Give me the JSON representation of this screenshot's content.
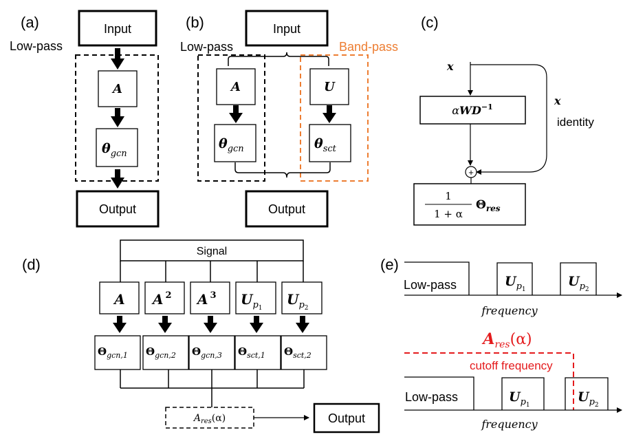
{
  "panels": {
    "a": {
      "label": "(a)",
      "input": "Input",
      "output": "Output",
      "lowpass": "Low-pass",
      "A": "A",
      "theta_base": "θ",
      "theta_sub": "gcn"
    },
    "b": {
      "label": "(b)",
      "input": "Input",
      "output": "Output",
      "lowpass": "Low-pass",
      "bandpass": "Band-pass",
      "A": "A",
      "U": "U",
      "theta_gcn_base": "θ",
      "theta_gcn_sub": "gcn",
      "theta_sct_base": "θ",
      "theta_sct_sub": "sct"
    },
    "c": {
      "label": "(c)",
      "x_top": "x",
      "x_right": "x",
      "identity": "identity",
      "op_alpha": "α",
      "op_main": "WD",
      "op_sup": "−1",
      "plus": "+",
      "frac_num": "1",
      "frac_den": "1 + α",
      "theta_base": "Θ",
      "theta_sub": "res"
    },
    "d": {
      "label": "(d)",
      "signal": "Signal",
      "A1": "A",
      "A2": "A",
      "A2_sup": "2",
      "A3": "A",
      "A3_sup": "3",
      "U": "U",
      "p": "p",
      "sub1": "1",
      "sub2": "2",
      "theta": "Θ",
      "t1": "gcn,1",
      "t2": "gcn,2",
      "t3": "gcn,3",
      "t4": "sct,1",
      "t5": "sct,2",
      "ares_base": "A",
      "ares_sub": "res",
      "ares_arg": "(α)",
      "output": "Output"
    },
    "e": {
      "label": "(e)",
      "lowpass": "Low-pass",
      "U": "U",
      "p": "p",
      "sub1": "1",
      "sub2": "2",
      "frequency": "frequency",
      "ares_base": "A",
      "ares_sub": "res",
      "ares_arg": "(α)",
      "cutoff": "cutoff frequency"
    }
  },
  "colors": {
    "black": "#000000",
    "orange": "#ed7d31",
    "red": "#e41a1c"
  }
}
